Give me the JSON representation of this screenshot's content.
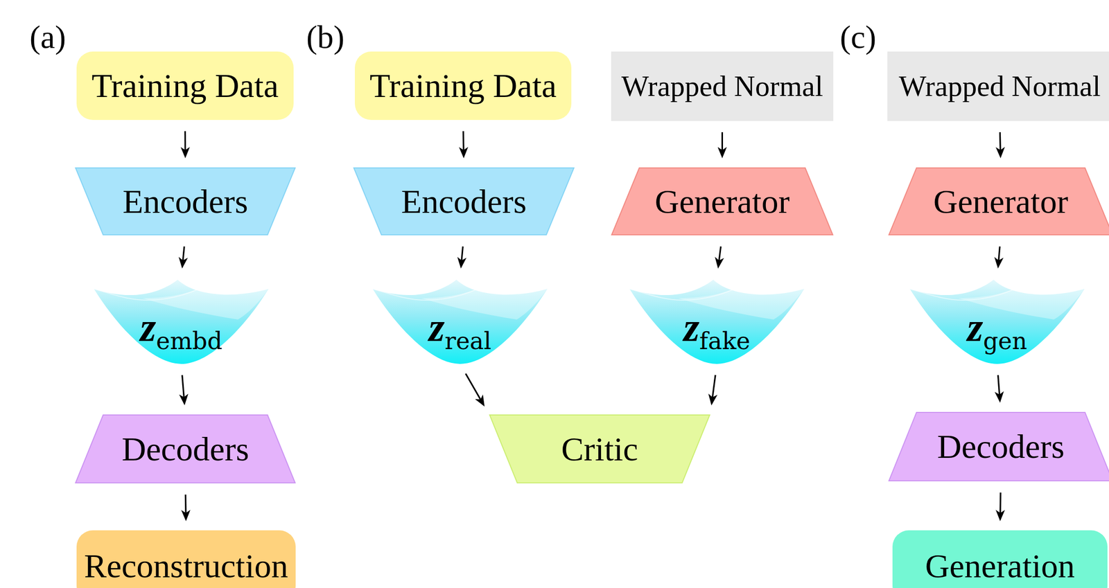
{
  "diagram": {
    "nodes": [
      {
        "text": [
          "Training Data"
        ]
      },
      {
        "text": [
          "Encoders"
        ]
      },
      {
        "text": [
          "z",
          "embd"
        ]
      },
      {
        "text": [
          "Decoders"
        ]
      },
      {
        "text": [
          "Reconstruction"
        ]
      },
      {
        "text": [
          "Training Data"
        ]
      },
      {
        "text": [
          "Encoders"
        ]
      },
      {
        "text": [
          "z",
          "real"
        ]
      },
      {
        "text": [
          "Wrapped Normal"
        ]
      },
      {
        "text": [
          "Generator"
        ]
      },
      {
        "text": [
          "z",
          "fake"
        ]
      },
      {
        "text": [
          "Critic"
        ]
      },
      {
        "text": [
          "Wrapped Normal"
        ]
      },
      {
        "text": [
          "Generator"
        ]
      },
      {
        "text": [
          "z",
          "gen"
        ]
      },
      {
        "text": [
          "Decoders"
        ]
      },
      {
        "text": [
          "Generation"
        ]
      }
    ],
    "edges": [
      {
        "from": 0,
        "to": 1,
        "arrow": "to"
      },
      {
        "from": 1,
        "to": 2,
        "arrow": "to"
      },
      {
        "from": 2,
        "to": 3,
        "arrow": "to"
      },
      {
        "from": 3,
        "to": 4,
        "arrow": "to"
      },
      {
        "from": 5,
        "to": 6,
        "arrow": "to"
      },
      {
        "from": 6,
        "to": 7,
        "arrow": "to"
      },
      {
        "from": 8,
        "to": 9,
        "arrow": "to"
      },
      {
        "from": 9,
        "to": 10,
        "arrow": "to"
      },
      {
        "from": 7,
        "to": 11,
        "arrow": "to"
      },
      {
        "from": 10,
        "to": 11,
        "arrow": "to"
      },
      {
        "from": 12,
        "to": 13,
        "arrow": "to"
      },
      {
        "from": 13,
        "to": 14,
        "arrow": "to"
      },
      {
        "from": 14,
        "to": 15,
        "arrow": "to"
      },
      {
        "from": 15,
        "to": 16,
        "arrow": "to"
      }
    ],
    "labels": [
      "(a)",
      "(b)",
      "(c)"
    ]
  }
}
